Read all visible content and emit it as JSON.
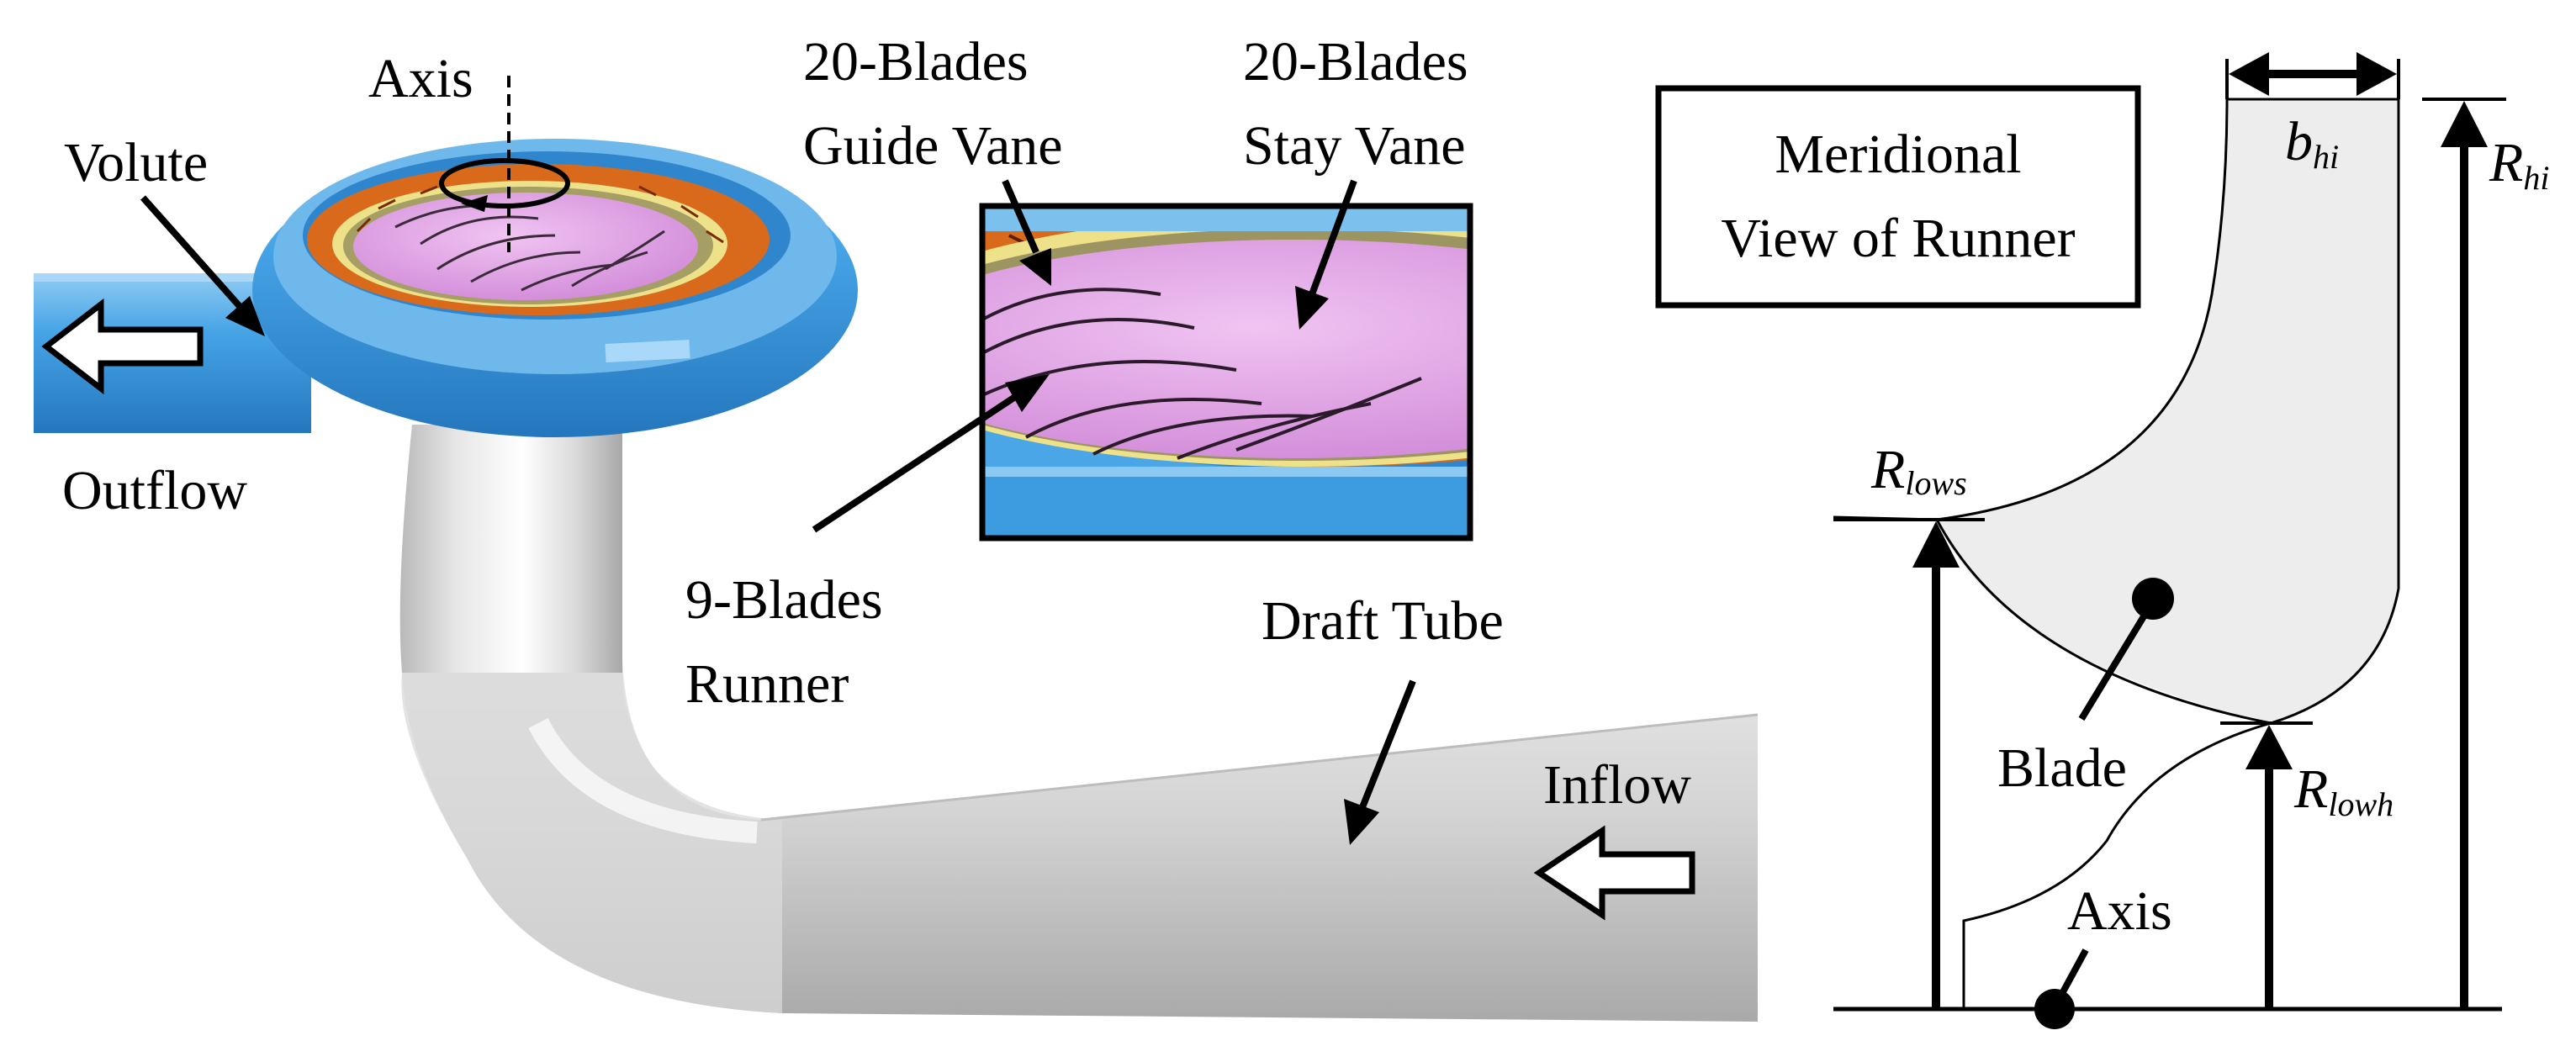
{
  "turbine_labels": {
    "axis": "Axis",
    "volute": "Volute",
    "outflow": "Outflow",
    "guide_vane_line1": "20-Blades",
    "guide_vane_line2": "Guide Vane",
    "stay_vane_line1": "20-Blades",
    "stay_vane_line2": "Stay Vane",
    "runner_line1": "9-Blades",
    "runner_line2": "Runner",
    "draft_tube": "Draft Tube",
    "inflow": "Inflow"
  },
  "meridional": {
    "title_line1": "Meridional",
    "title_line2": "View of Runner",
    "b_hi": {
      "base": "b",
      "sub": "hi"
    },
    "R_hi": {
      "base": "R",
      "sub": "hi"
    },
    "R_lows": {
      "base": "R",
      "sub": "lows"
    },
    "R_lowh": {
      "base": "R",
      "sub": "lowh"
    },
    "blade": "Blade",
    "axis": "Axis"
  },
  "colors": {
    "volute_blue": "#3d9be0",
    "runner_pink": "#e2a3e6",
    "stay_vane_orange": "#d96a1c",
    "guide_ring_yellow": "#ede28a",
    "tube_gray": "#cfcfcf",
    "blade_fill": "#ededed"
  }
}
